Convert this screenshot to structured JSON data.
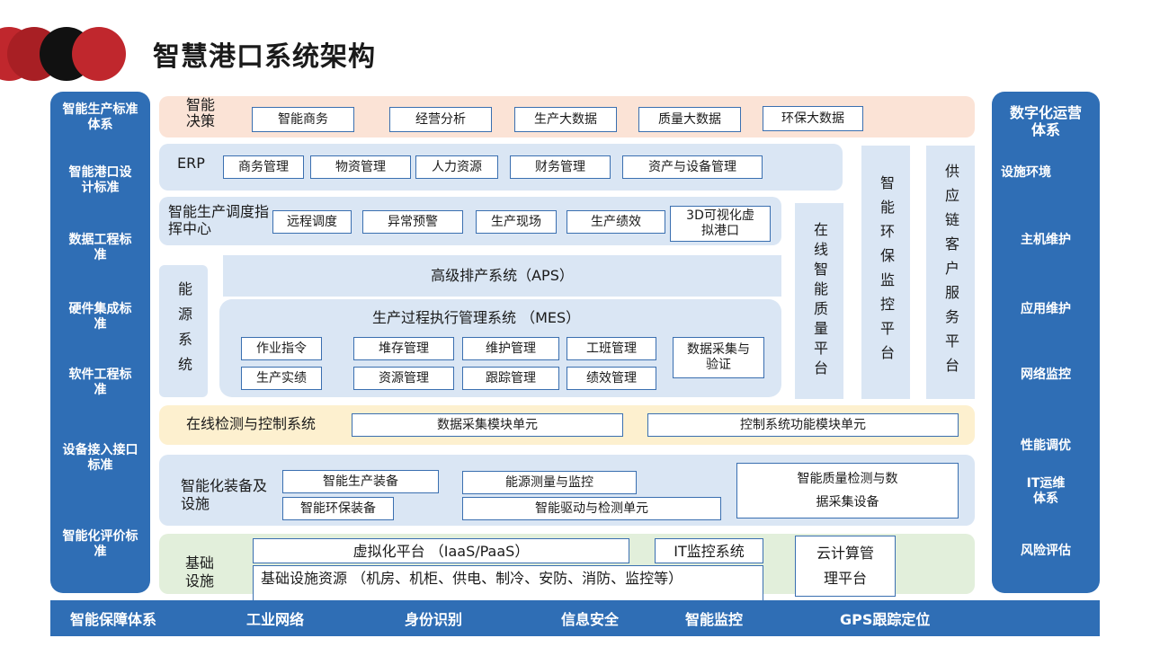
{
  "title": "智慧港口系统架构",
  "left_panel": {
    "items": [
      "智能生产标准体系",
      "智能港口设计标准",
      "数据工程标准",
      "硬件集成标准",
      "软件工程标准",
      "设备接入接口标准",
      "智能化评价标准"
    ]
  },
  "right_panel": {
    "header": "数字化运营体系",
    "items": [
      "设施环境",
      "主机维护",
      "应用维护",
      "网络监控",
      "性能调优",
      "IT运维体系",
      "风险评估"
    ]
  },
  "decision": {
    "label": "智能决策",
    "boxes": [
      "智能商务",
      "经营分析",
      "生产大数据",
      "质量大数据",
      "环保大数据"
    ]
  },
  "erp": {
    "label": "ERP",
    "boxes": [
      "商务管理",
      "物资管理",
      "人力资源",
      "财务管理",
      "资产与设备管理"
    ]
  },
  "dispatch": {
    "label": "智能生产调度指挥中心",
    "boxes": [
      "远程调度",
      "异常预警",
      "生产现场",
      "生产绩效",
      "3D可视化虚拟港口"
    ]
  },
  "energy": {
    "label": "能源系统"
  },
  "aps": {
    "label": "高级排产系统（APS）"
  },
  "mes": {
    "label": "生产过程执行管理系统 （MES）",
    "boxes": [
      "作业指令",
      "堆存管理",
      "维护管理",
      "工班管理",
      "生产实绩",
      "资源管理",
      "跟踪管理",
      "绩效管理",
      "数据采集与验证"
    ]
  },
  "vertical": {
    "quality": "在线智能质量平台",
    "env": "智能环保监控平台",
    "supply": "供应链客户服务平台"
  },
  "online": {
    "label": "在线检测与控制系统",
    "boxes": [
      "数据采集模块单元",
      "控制系统功能模块单元"
    ]
  },
  "equipment": {
    "label": "智能化装备及设施",
    "boxes": [
      "智能生产装备",
      "能源测量与监控",
      "智能环保装备",
      "智能驱动与检测单元",
      "智能质量检测与数据采集设备"
    ]
  },
  "infra": {
    "label": "基础设施",
    "virtual": "虚拟化平台 （IaaS/PaaS）",
    "it_monitor": "IT监控系统",
    "resources": "基础设施资源 （机房、机柜、供电、制冷、安防、消防、监控等）",
    "cloud": "云计算管理平台"
  },
  "bottom_bar": {
    "items": [
      "智能保障体系",
      "工业网络",
      "身份识别",
      "信息安全",
      "智能监控",
      "GPS跟踪定位"
    ]
  },
  "colors": {
    "blue": "#2f6eb5",
    "decision_bg": "#fbe3d6",
    "panel_bg": "#dae6f4",
    "online_bg": "#fdf0cf",
    "infra_bg": "#e2efdb",
    "red": "#c0272d"
  }
}
